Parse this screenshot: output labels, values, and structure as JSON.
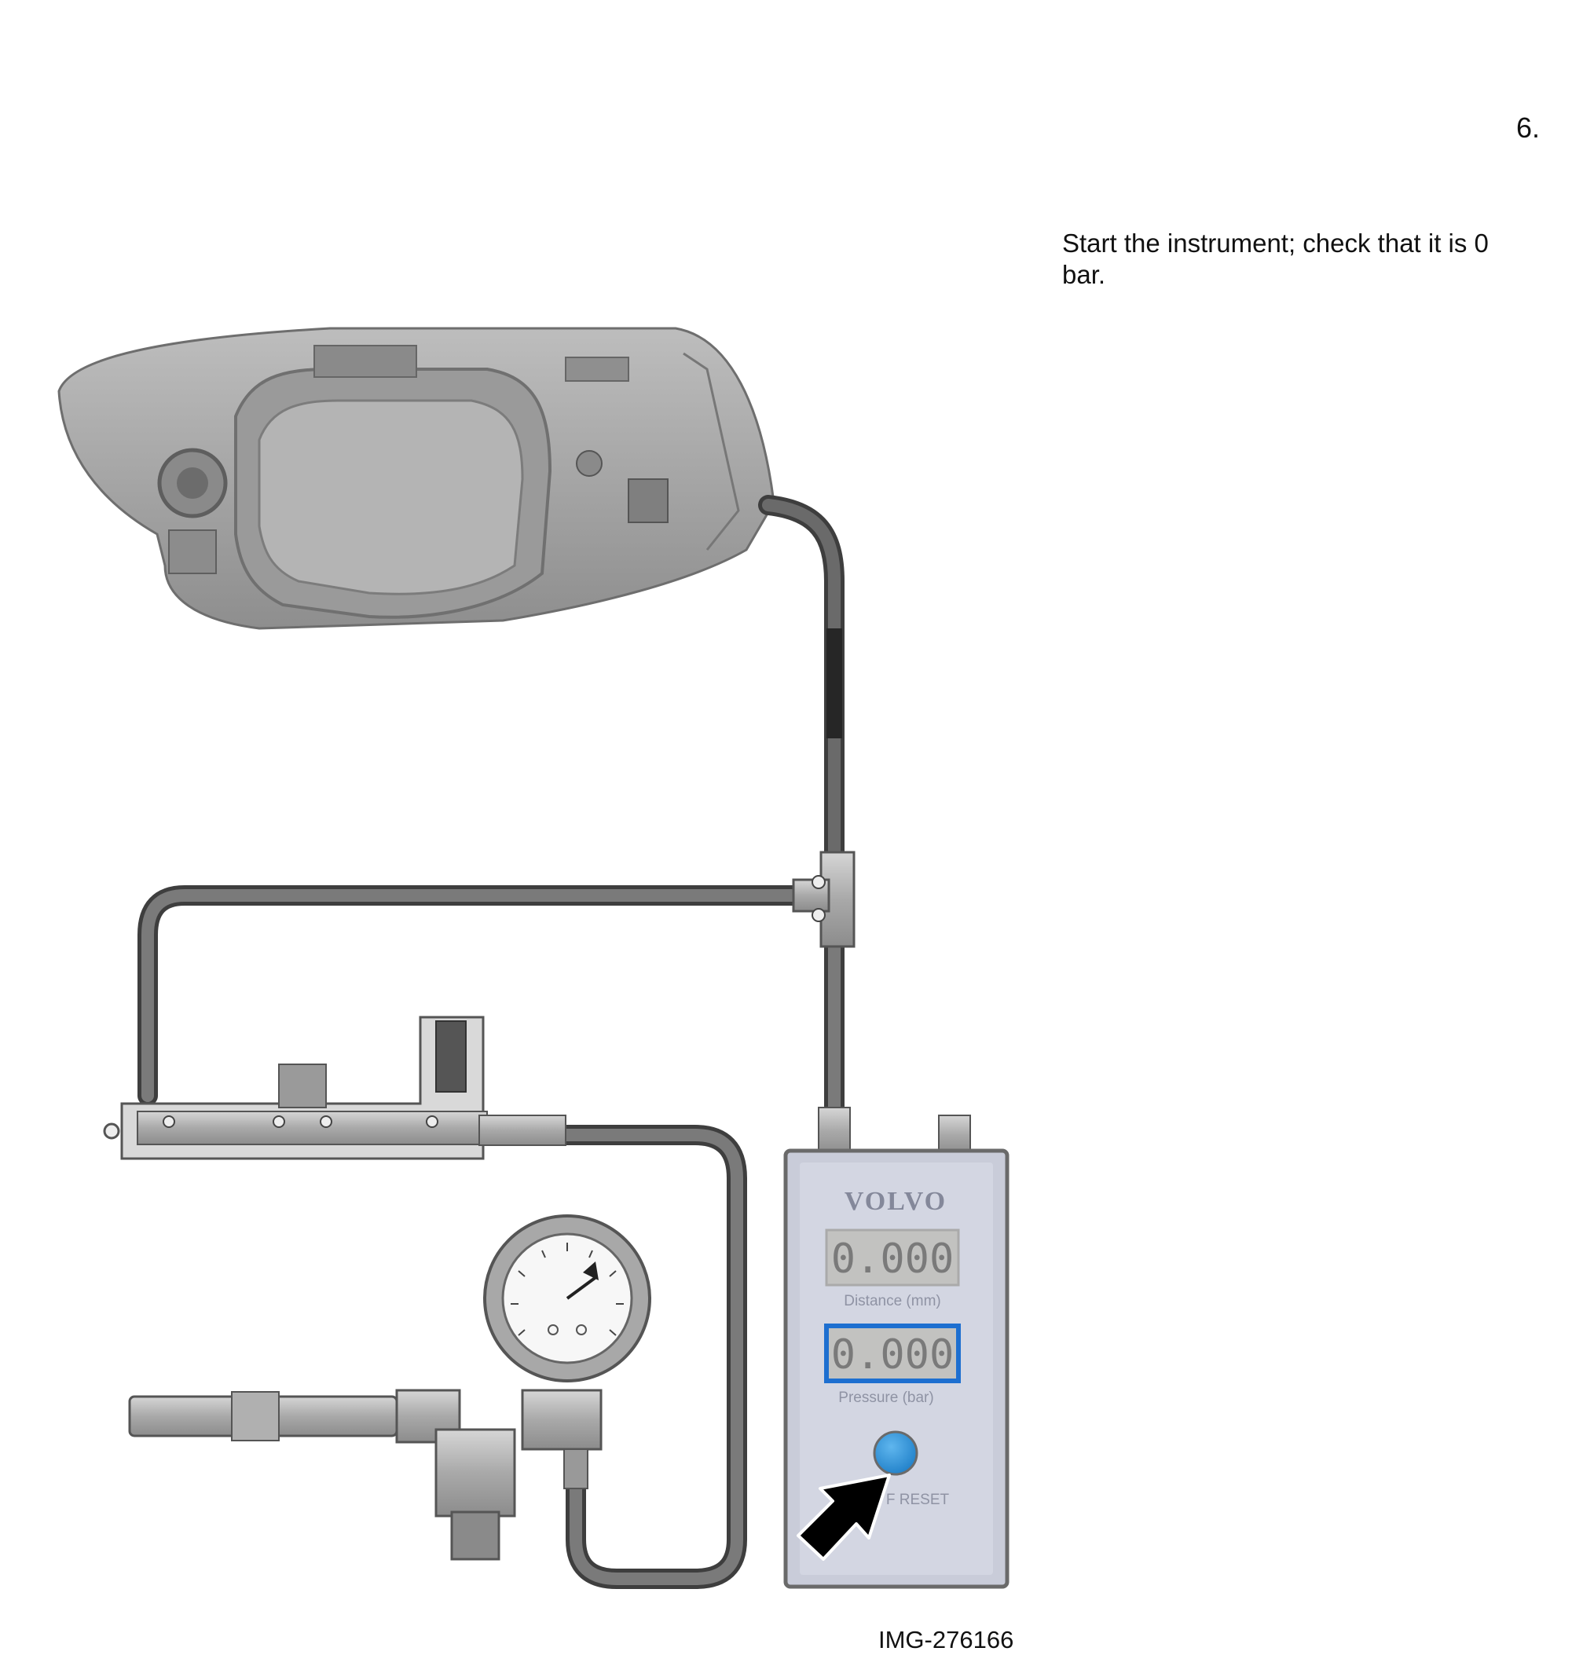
{
  "step": {
    "number": "6."
  },
  "instruction": {
    "text": "Start the instrument; check that it is 0 bar."
  },
  "image_id": "IMG-276166",
  "instrument": {
    "brand": "VOLVO",
    "distance_display": "0.000",
    "distance_label": "Distance   (mm)",
    "pressure_display": "0.000",
    "pressure_label": "Pressure  (bar)",
    "reset_label": "F    RESET",
    "start_button_color": "#1f8ed8"
  },
  "colors": {
    "hose": "#5a5a5a",
    "device_body": "#c9ccd9",
    "pressure_highlight": "#1d6fd0",
    "headlamp": "#a6a6a6"
  },
  "icons": [
    "headlamp-icon",
    "tee-fitting-icon",
    "valve-block-icon",
    "pressure-gauge-icon",
    "pointer-arrow-icon"
  ]
}
